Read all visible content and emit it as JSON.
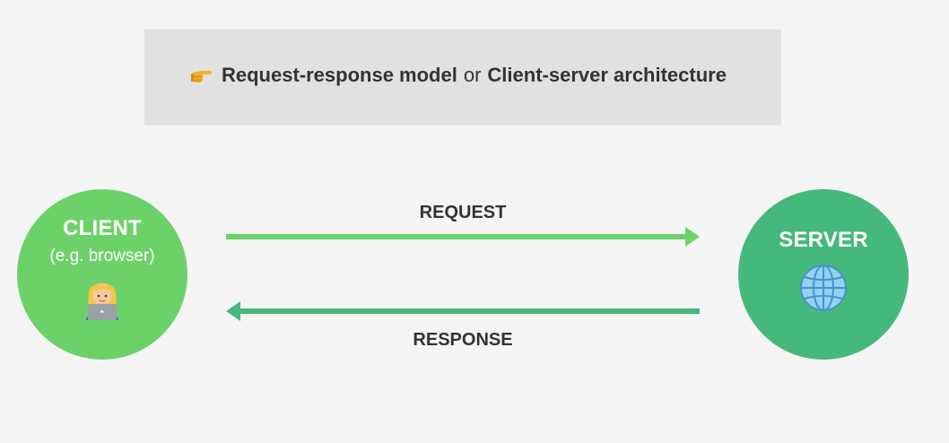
{
  "header": {
    "part1": "Request-response model",
    "separator": "or",
    "part2": "Client-server architecture",
    "icon": "pointing-hand-icon"
  },
  "client": {
    "title": "CLIENT",
    "subtitle": "(e.g. browser)",
    "icon": "person-with-laptop-icon"
  },
  "server": {
    "title": "SERVER",
    "icon": "globe-icon"
  },
  "arrows": {
    "request": "REQUEST",
    "response": "RESPONSE"
  },
  "colors": {
    "client": "#6dd16a",
    "server": "#45b97c",
    "request_arrow": "#6dd16a",
    "response_arrow": "#45b97c",
    "banner": "#e1e1e1",
    "background": "#f5f5f5",
    "text": "#333333"
  }
}
